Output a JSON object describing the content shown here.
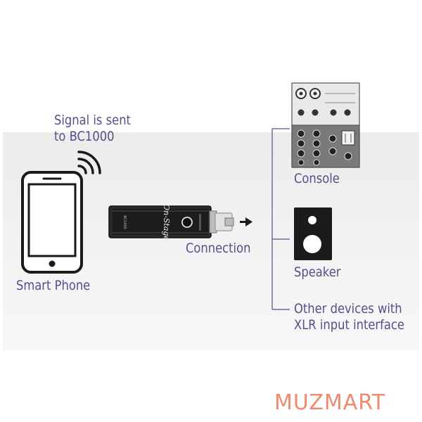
{
  "labels": {
    "signal_line1": "Signal is sent",
    "signal_line2": "to BC1000",
    "smart_phone": "Smart Phone",
    "connection": "Connection",
    "console": "Console",
    "speaker": "Speaker",
    "other_line1": "Other devices with",
    "other_line2": "XLR input interface"
  },
  "device_brand": "On-Stage",
  "device_model": "BC1000",
  "watermark": "MUZMART",
  "colors": {
    "label_text": "#5b4b8a",
    "watermark": "#f08a6f",
    "background_panel": "#efefef"
  }
}
